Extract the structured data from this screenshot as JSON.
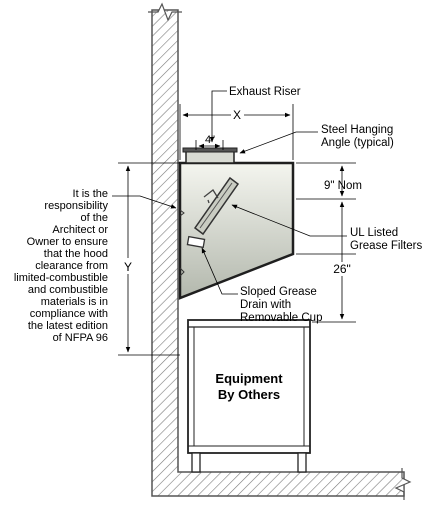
{
  "labels": {
    "exhaust_riser": "Exhaust Riser",
    "steel_hanging_1": "Steel Hanging",
    "steel_hanging_2": "Angle (typical)",
    "nine_nom": "9\" Nom",
    "ul_listed_1": "UL Listed",
    "ul_listed_2": "Grease Filters",
    "sloped_1": "Sloped Grease",
    "sloped_2": "Drain with",
    "sloped_3": "Removable Cup",
    "equipment_1": "Equipment",
    "equipment_2": "By Others"
  },
  "dimensions": {
    "x": "X",
    "y": "Y",
    "four": "4\"",
    "twenty_six": "26\""
  },
  "note_lines": [
    "It is the",
    "responsibility",
    "of the",
    "Architect or",
    "Owner to ensure",
    "that the hood",
    "clearance from",
    "limited-combustible",
    "and combustible",
    "materials is in",
    "compliance with",
    "the latest edition",
    "of NFPA 96"
  ],
  "colors": {
    "wall_hatch": "#6b6b6b",
    "hood_outline": "#222222",
    "hood_fill_top": "#f3f4ee",
    "hood_fill_bottom": "#b9bdb2",
    "equipment_fill": "#ffffff"
  }
}
